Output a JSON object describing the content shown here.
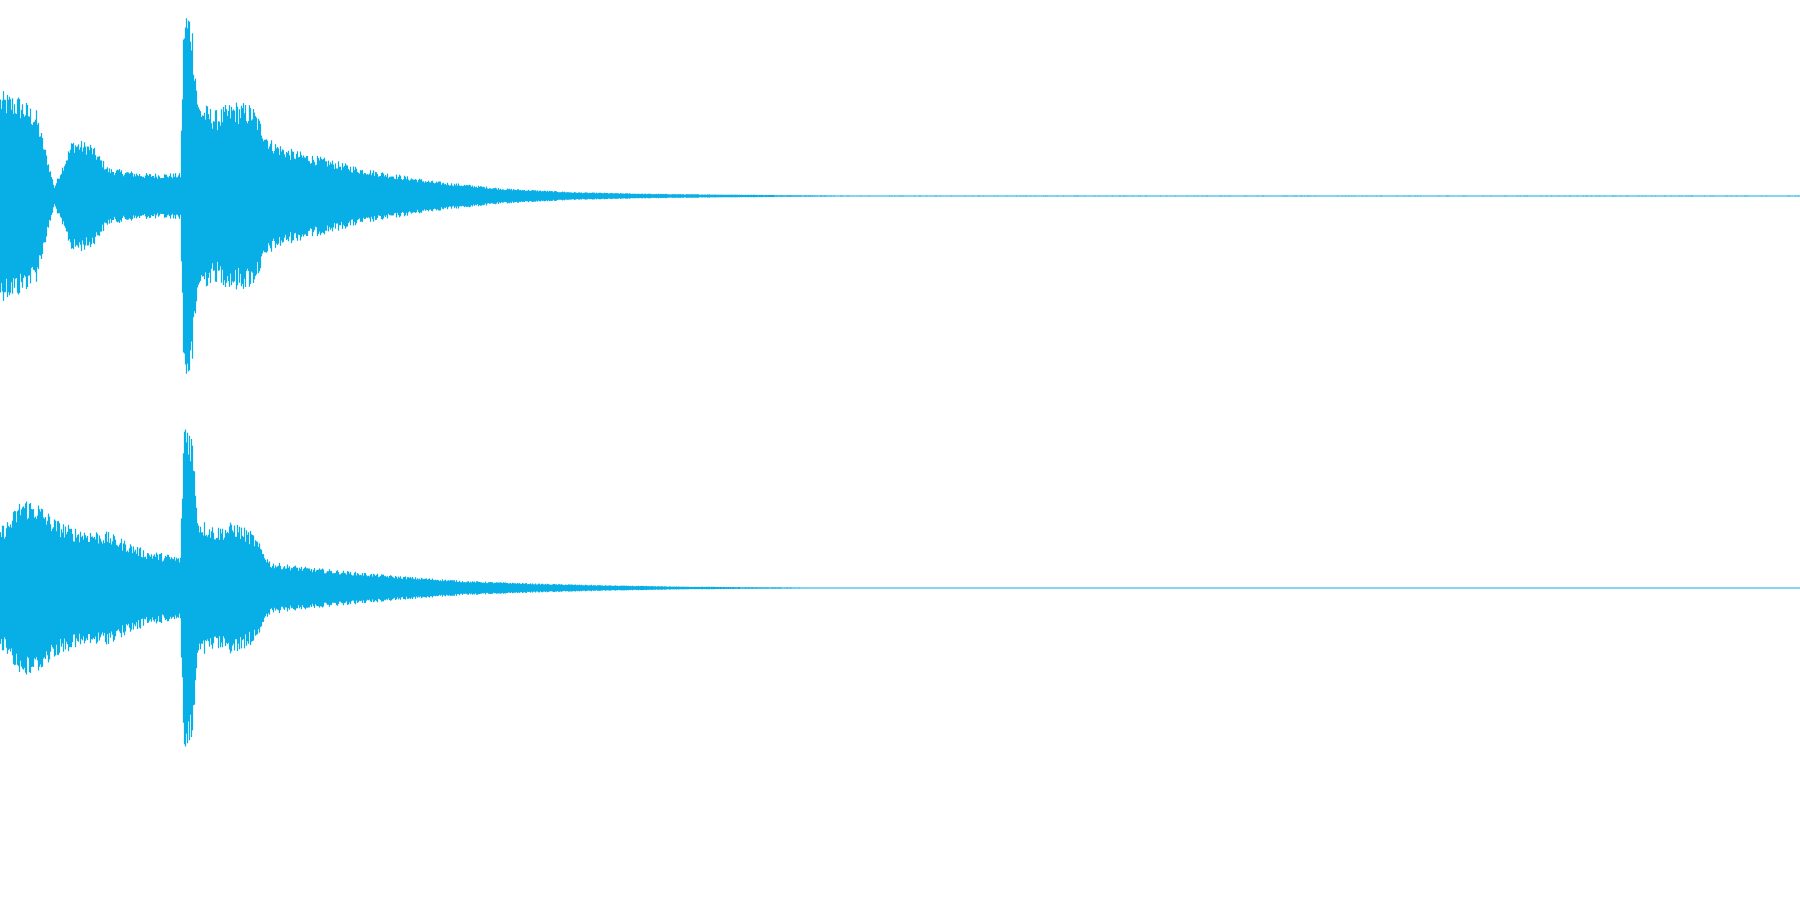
{
  "waveform": {
    "color": "#08aee6",
    "background": "#ffffff",
    "channel_count": 2,
    "envelope_description_keys": [
      "attack",
      "sustain",
      "transient",
      "decay",
      "silence"
    ],
    "channels": [
      {
        "name": "",
        "envelope": [
          [
            0.0,
            0.55
          ],
          [
            0.01,
            0.53
          ],
          [
            0.02,
            0.45
          ],
          [
            0.03,
            0.05
          ],
          [
            0.04,
            0.3
          ],
          [
            0.05,
            0.28
          ],
          [
            0.06,
            0.15
          ],
          [
            0.08,
            0.12
          ],
          [
            0.1,
            0.12
          ],
          [
            0.102,
            1.0
          ],
          [
            0.106,
            0.98
          ],
          [
            0.11,
            0.5
          ],
          [
            0.12,
            0.45
          ],
          [
            0.13,
            0.5
          ],
          [
            0.14,
            0.48
          ],
          [
            0.15,
            0.3
          ],
          [
            0.16,
            0.25
          ],
          [
            0.18,
            0.2
          ],
          [
            0.2,
            0.15
          ],
          [
            0.24,
            0.08
          ],
          [
            0.28,
            0.04
          ],
          [
            0.32,
            0.02
          ],
          [
            0.36,
            0.012
          ],
          [
            0.4,
            0.008
          ],
          [
            0.45,
            0.004
          ],
          [
            0.47,
            0.003
          ],
          [
            1.0,
            0.003
          ]
        ]
      },
      {
        "name": "",
        "envelope": [
          [
            0.0,
            0.35
          ],
          [
            0.005,
            0.4
          ],
          [
            0.012,
            0.52
          ],
          [
            0.02,
            0.5
          ],
          [
            0.03,
            0.4
          ],
          [
            0.04,
            0.35
          ],
          [
            0.06,
            0.32
          ],
          [
            0.08,
            0.22
          ],
          [
            0.1,
            0.18
          ],
          [
            0.102,
            1.0
          ],
          [
            0.106,
            0.95
          ],
          [
            0.11,
            0.4
          ],
          [
            0.12,
            0.35
          ],
          [
            0.13,
            0.38
          ],
          [
            0.14,
            0.32
          ],
          [
            0.15,
            0.15
          ],
          [
            0.17,
            0.12
          ],
          [
            0.19,
            0.1
          ],
          [
            0.22,
            0.07
          ],
          [
            0.26,
            0.04
          ],
          [
            0.3,
            0.025
          ],
          [
            0.34,
            0.015
          ],
          [
            0.38,
            0.008
          ],
          [
            0.42,
            0.005
          ],
          [
            0.45,
            0.003
          ],
          [
            1.0,
            0.003
          ]
        ]
      }
    ]
  }
}
